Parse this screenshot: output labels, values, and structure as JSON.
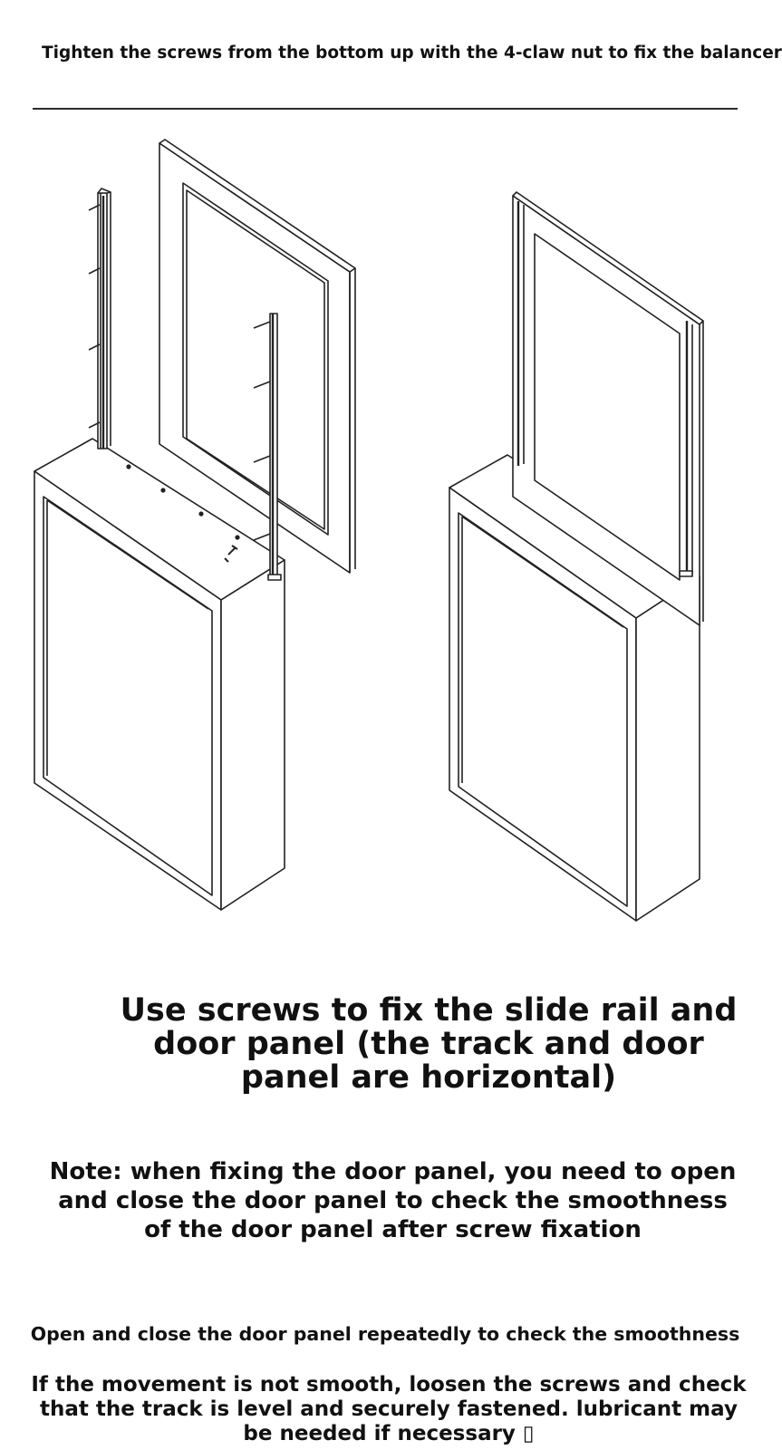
{
  "heading": "Tighten the screws from the bottom up with the 4-claw nut to fix the balancer",
  "diagram": {
    "left_figure": "cabinet-with-separate-rails-and-door-panel",
    "right_figure": "cabinet-with-assembled-door-panel"
  },
  "captions": {
    "main": "Use screws to fix the slide rail and door panel (the track and door panel are horizontal)",
    "note": "Note: when fixing the door panel, you need to open and close the door panel to check the smoothness of the door panel after screw fixation",
    "check": "Open and close the door panel repeatedly to check the smoothness",
    "tip": "If the movement is not smooth, loosen the screws and check that the track is level and securely fastened. lubricant may be needed if necessary ▯"
  }
}
